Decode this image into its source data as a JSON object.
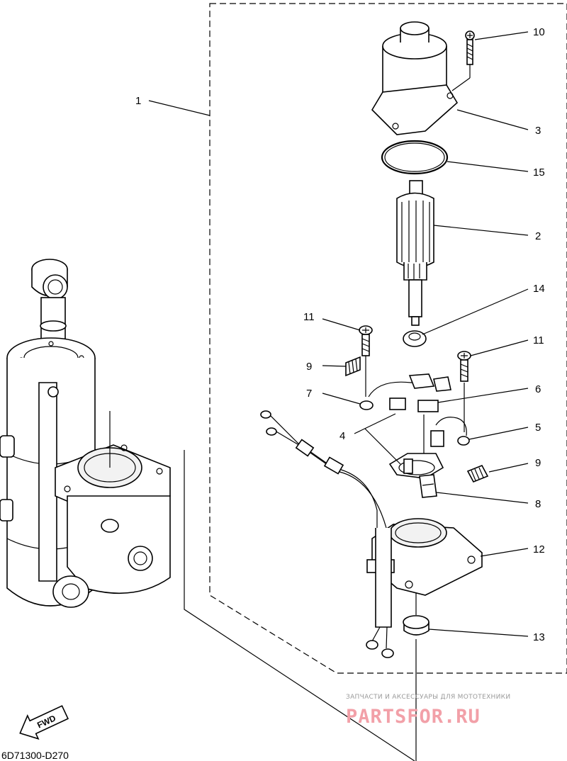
{
  "diagram": {
    "drawing_code": "6D71300-D270",
    "fwd_label": "FWD",
    "callouts": [
      "1",
      "10",
      "3",
      "15",
      "2",
      "14",
      "11",
      "9",
      "7",
      "6",
      "4",
      "11",
      "5",
      "9",
      "8",
      "12",
      "13"
    ]
  },
  "watermark": {
    "tagline": "ЗАПЧАСТИ И АКСЕССУАРЫ ДЛЯ МОТОТЕХНИКИ",
    "brand": "PARTSFOR.RU",
    "brand_color": "#f2a0a8"
  }
}
